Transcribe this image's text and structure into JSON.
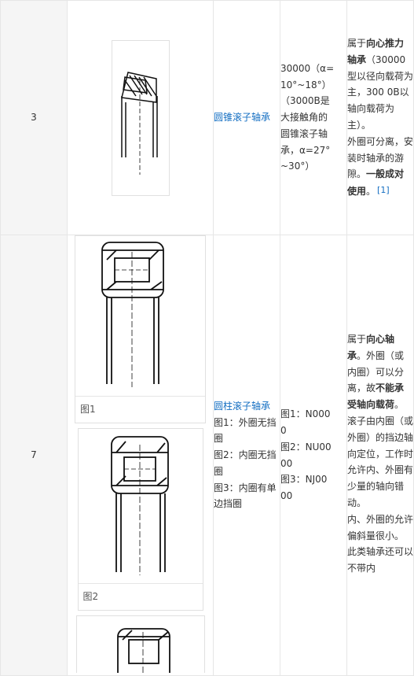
{
  "rows": [
    {
      "num": "3",
      "name": "圆锥滚子轴承",
      "type_lines": [
        "30000（α=",
        "10°~18°）",
        "（3000B是",
        "大接触角的",
        "圆锥滚子轴",
        "承，α=27°",
        "~30°）"
      ],
      "desc": {
        "p1_prefix": "属于",
        "p1_bold": "向心推力轴承",
        "p1_text": "（30000型以径向载荷为主，300 0B以轴向载荷为主）。",
        "p2_text": "外圈可分离，安装时轴承的游隙。",
        "p2_bold": "一般成对使用",
        "p2_suffix": "。",
        "ref": "[1]"
      }
    },
    {
      "num": "7",
      "name": "圆柱滚子轴承",
      "name_notes": [
        "图1：外圈无挡圈",
        "图2：内圈无挡圈",
        "图3：内圈有单边挡圈"
      ],
      "type_lines": [
        "图1：N000",
        "0",
        "图2：NU00",
        "00",
        "图3：NJ00",
        "00"
      ],
      "figures": [
        {
          "caption": "图1"
        },
        {
          "caption": "图2"
        },
        {
          "caption": ""
        }
      ],
      "desc": {
        "p1_prefix": "属于",
        "p1_bold": "向心轴承",
        "p1_text": "。外圈（或内圈）可以分离，故",
        "p1_bold2": "不能承受轴向载荷",
        "p1_suffix": "。",
        "p2_text": "滚子由内圈（或外圈）的挡边轴向定位，工作时允许内、外圈有少量的轴向错动。",
        "p3_text": "内、外圈的允许偏斜量很小。",
        "p4_text": "此类轴承还可以不带内"
      }
    }
  ]
}
